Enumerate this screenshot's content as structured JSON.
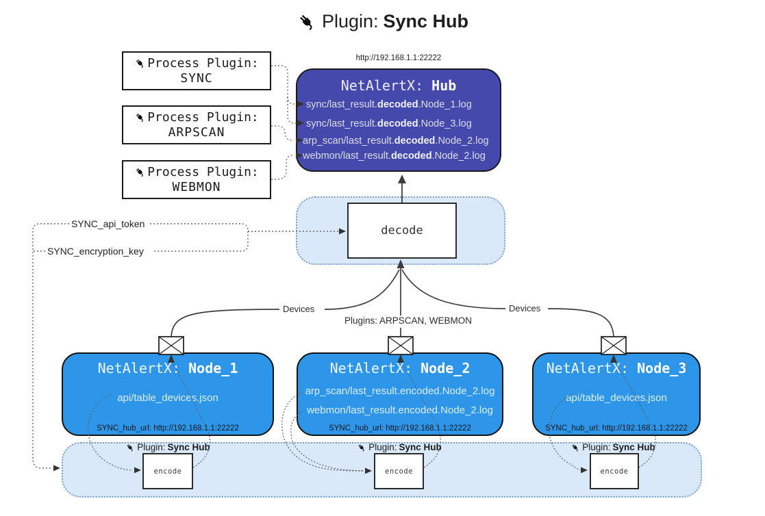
{
  "title": {
    "prefix": "Plugin:",
    "name": "Sync Hub"
  },
  "hub": {
    "url": "http://192.168.1.1:22222",
    "title_prefix": "NetAlertX:",
    "title_name": "Hub",
    "logs": [
      {
        "pre": "sync/last_result.",
        "bold": "decoded",
        "post": ".Node_1.log"
      },
      {
        "pre": "sync/last_result.",
        "bold": "decoded",
        "post": ".Node_3.log"
      },
      {
        "pre": "arp_scan/last_result.",
        "bold": "decoded",
        "post": ".Node_2.log"
      },
      {
        "pre": "webmon/last_result.",
        "bold": "decoded",
        "post": ".Node_2.log"
      }
    ]
  },
  "process_plugins": [
    {
      "label": "Process Plugin:",
      "name": "SYNC"
    },
    {
      "label": "Process Plugin:",
      "name": "ARPSCAN"
    },
    {
      "label": "Process Plugin:",
      "name": "WEBMON"
    }
  ],
  "decode": {
    "label": "decode"
  },
  "edge_labels": {
    "api_token": "SYNC_api_token",
    "encryption_key": "SYNC_encryption_key",
    "devices_left": "Devices",
    "devices_right": "Devices",
    "plugins_mid": "Plugins: ARPSCAN, WEBMON"
  },
  "nodes": [
    {
      "title_prefix": "NetAlertX:",
      "title_name": "Node_1",
      "lines": [
        "api/table_devices.json"
      ],
      "hub_url": "SYNC_hub_url: http://192.168.1.1:22222"
    },
    {
      "title_prefix": "NetAlertX:",
      "title_name": "Node_2",
      "lines": [
        "arp_scan/last_result.encoded.Node_2.log",
        "webmon/last_result.encoded.Node_2.log"
      ],
      "hub_url": "SYNC_hub_url: http://192.168.1.1:22222"
    },
    {
      "title_prefix": "NetAlertX:",
      "title_name": "Node_3",
      "lines": [
        "api/table_devices.json"
      ],
      "hub_url": "SYNC_hub_url: http://192.168.1.1:22222"
    }
  ],
  "strip": {
    "plugins": [
      {
        "prefix": "Plugin:",
        "name": "Sync Hub",
        "encode": "encode"
      },
      {
        "prefix": "Plugin:",
        "name": "Sync Hub",
        "encode": "encode"
      },
      {
        "prefix": "Plugin:",
        "name": "Sync Hub",
        "encode": "encode"
      }
    ]
  },
  "colors": {
    "hub_bg": "#4549ac",
    "node_bg": "#2e96e9",
    "panel_bg": "#d9e9f9",
    "box_border": "#1a1a1a",
    "hub_text": "#dcdeee",
    "node_text": "#dceefc"
  }
}
